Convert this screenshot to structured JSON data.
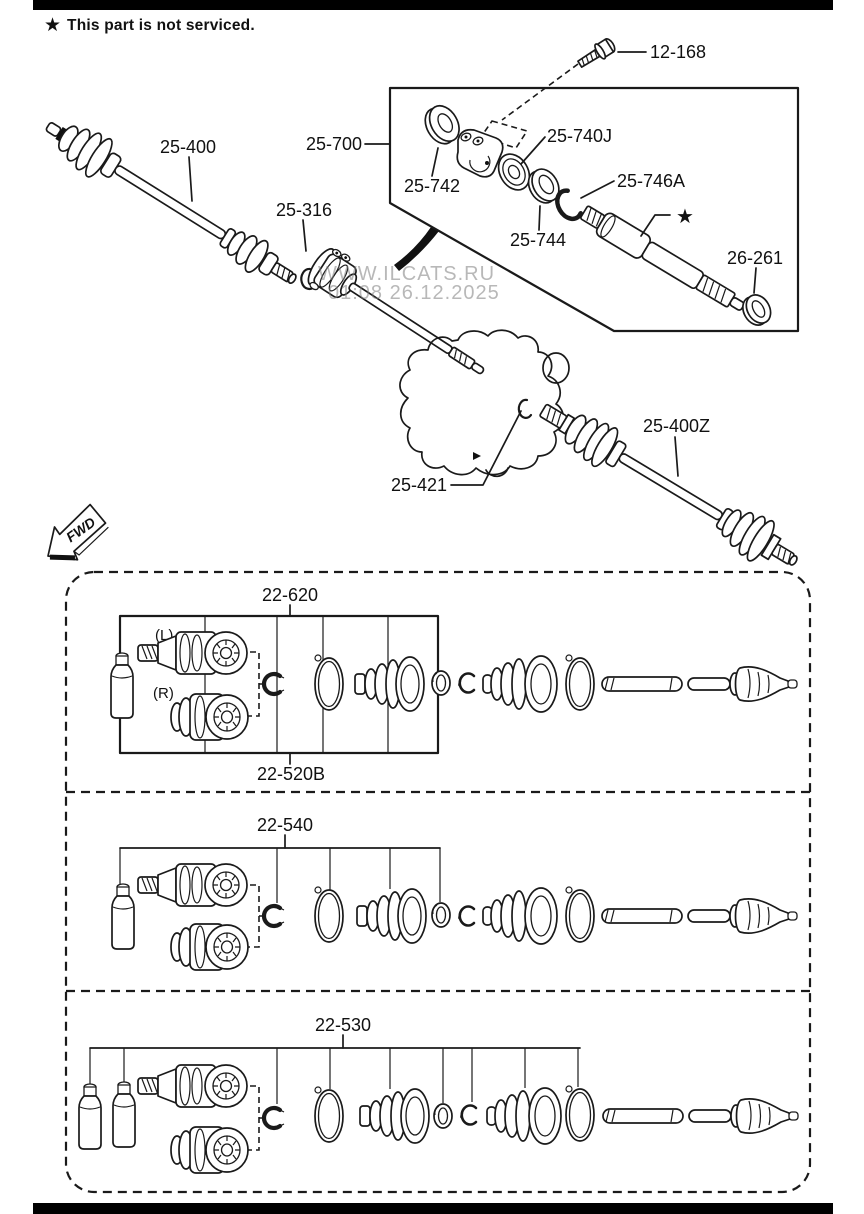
{
  "note": {
    "star": "★",
    "text": "This part is not serviced."
  },
  "watermark": {
    "line1": "WWW.ILCATS.RU",
    "line2": "01:08 26.12.2025"
  },
  "fwd": "FWD",
  "labels": {
    "bolt": "12-168",
    "shaft_left": "25-400",
    "inset_assembly": "25-700",
    "oil_seal": "25-742",
    "bearing": "25-740J",
    "boot_ring": "25-744",
    "clip": "25-746A",
    "star": "★",
    "dust_seal": "26-261",
    "snap_ring": "25-316",
    "trans_clip": "25-421",
    "shaft_right": "25-400Z",
    "kit1_top": "22-620",
    "kit1_bottom": "22-520B",
    "kit2": "22-540",
    "kit3": "22-530",
    "left_marker": "(L)",
    "right_marker": "(R)"
  }
}
